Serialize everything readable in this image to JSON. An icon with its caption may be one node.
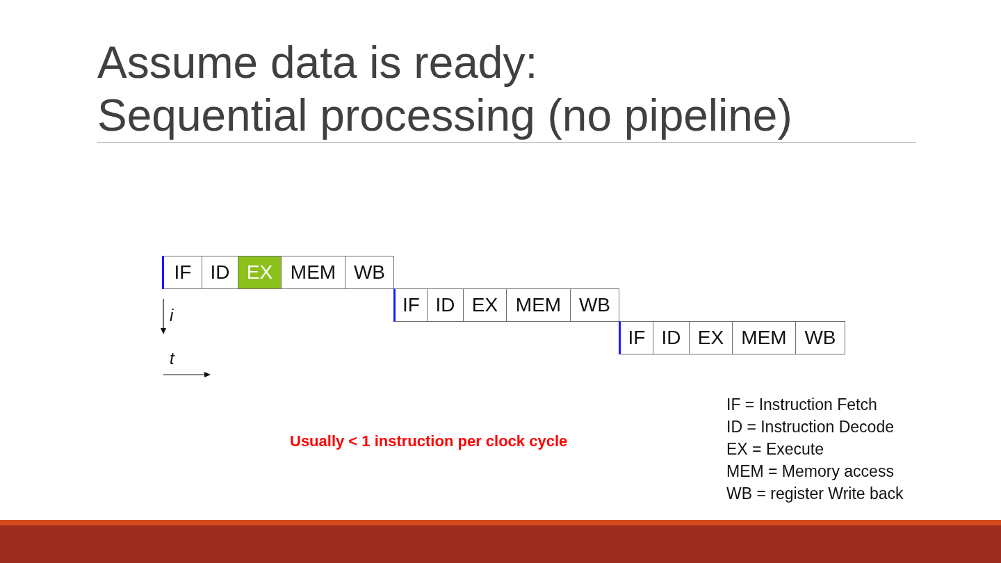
{
  "diagram": {
    "title": "Assume data is ready: Sequential processing (no pipeline)",
    "nodes": [
      {
        "text": [
          "IF"
        ]
      },
      {
        "text": [
          "ID"
        ]
      },
      {
        "text": [
          "EX"
        ]
      },
      {
        "text": [
          "MEM"
        ]
      },
      {
        "text": [
          "WB"
        ]
      },
      {
        "text": [
          "IF"
        ]
      },
      {
        "text": [
          "ID"
        ]
      },
      {
        "text": [
          "EX"
        ]
      },
      {
        "text": [
          "MEM"
        ]
      },
      {
        "text": [
          "WB"
        ]
      },
      {
        "text": [
          "IF"
        ]
      },
      {
        "text": [
          "ID"
        ]
      },
      {
        "text": [
          "EX"
        ]
      },
      {
        "text": [
          "MEM"
        ]
      },
      {
        "text": [
          "WB"
        ]
      }
    ],
    "labels": [
      "i",
      "t",
      "Usually < 1 instruction per clock cycle",
      "IF = Instruction Fetch",
      "ID = Instruction Decode",
      "EX = Execute",
      "MEM = Memory access",
      "WB = register Write back"
    ]
  }
}
